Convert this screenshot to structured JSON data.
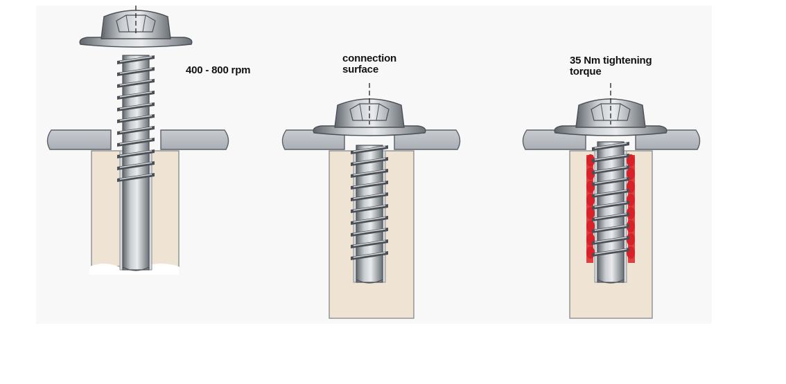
{
  "figure": {
    "panels": [
      {
        "id": "driving",
        "label": "400 - 800 rpm"
      },
      {
        "id": "seating",
        "label": "connection\nsurface"
      },
      {
        "id": "tightening",
        "label": "35 Nm tightening\ntorque"
      }
    ],
    "colors": {
      "background_panel": "#f8f8f8",
      "plate": "#b8bcc2",
      "plate_edge": "#5a5f66",
      "boss_material": "#efe4d4",
      "bore": "#d9dcdf",
      "screw_metal": "#9aa0a6",
      "screw_dark": "#4b5056",
      "thread_highlight": "#d8dbde",
      "formed_material": "#d8222a"
    }
  }
}
